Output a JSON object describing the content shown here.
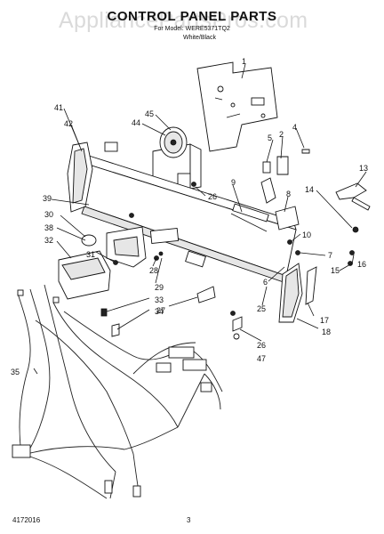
{
  "header": {
    "watermark": "AppliancePartsPros.com",
    "title": "CONTROL PANEL PARTS",
    "model_line": "For Model: WERE5371TQ2",
    "color_line": "White/Black"
  },
  "footer": {
    "doc_number": "4172016",
    "page_number": "3"
  },
  "callouts": [
    {
      "id": "c1",
      "label": "1"
    },
    {
      "id": "c2",
      "label": "2"
    },
    {
      "id": "c4",
      "label": "4"
    },
    {
      "id": "c5",
      "label": "5"
    },
    {
      "id": "c6",
      "label": "6"
    },
    {
      "id": "c7",
      "label": "7"
    },
    {
      "id": "c8",
      "label": "8"
    },
    {
      "id": "c9",
      "label": "9"
    },
    {
      "id": "c10",
      "label": "10"
    },
    {
      "id": "c13",
      "label": "13"
    },
    {
      "id": "c14",
      "label": "14"
    },
    {
      "id": "c15",
      "label": "15"
    },
    {
      "id": "c16",
      "label": "16"
    },
    {
      "id": "c17",
      "label": "17"
    },
    {
      "id": "c18",
      "label": "18"
    },
    {
      "id": "c25",
      "label": "25"
    },
    {
      "id": "c26a",
      "label": "26"
    },
    {
      "id": "c26b",
      "label": "26"
    },
    {
      "id": "c27",
      "label": "27"
    },
    {
      "id": "c28",
      "label": "28"
    },
    {
      "id": "c29",
      "label": "29"
    },
    {
      "id": "c30",
      "label": "30"
    },
    {
      "id": "c31",
      "label": "31"
    },
    {
      "id": "c32",
      "label": "32"
    },
    {
      "id": "c33",
      "label": "33"
    },
    {
      "id": "c34",
      "label": "34"
    },
    {
      "id": "c35",
      "label": "35"
    },
    {
      "id": "c38",
      "label": "38"
    },
    {
      "id": "c39",
      "label": "39"
    },
    {
      "id": "c41",
      "label": "41"
    },
    {
      "id": "c42",
      "label": "42"
    },
    {
      "id": "c44",
      "label": "44"
    },
    {
      "id": "c45",
      "label": "45"
    },
    {
      "id": "c47",
      "label": "47"
    }
  ]
}
